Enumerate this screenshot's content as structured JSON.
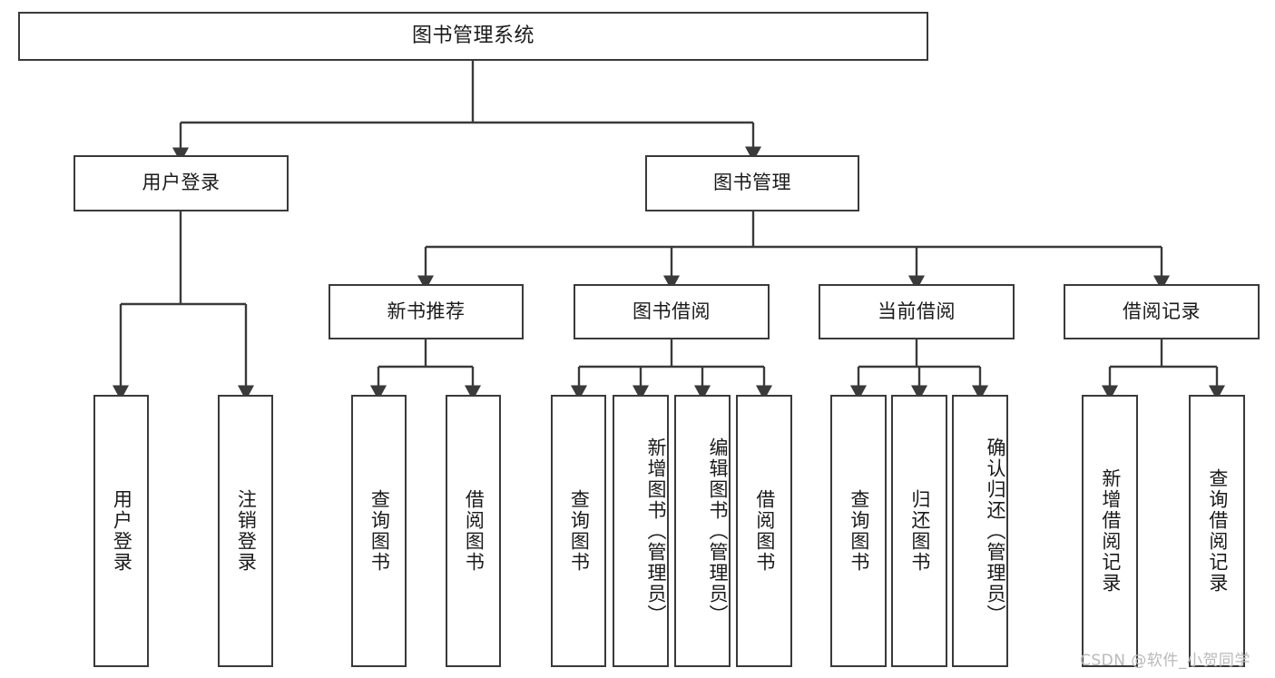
{
  "diagram": {
    "title": "图书管理系统",
    "type": "tree",
    "watermark": "CSDN @软件_小贺同学",
    "colors": {
      "border": "#3a3a3a",
      "background": "#ffffff",
      "text": "#1a1a1a",
      "watermark": "#b9b9b9"
    },
    "root": {
      "label": "图书管理系统"
    },
    "level1": [
      {
        "label": "用户登录"
      },
      {
        "label": "图书管理"
      }
    ],
    "level2": [
      {
        "label": "新书推荐"
      },
      {
        "label": "图书借阅"
      },
      {
        "label": "当前借阅"
      },
      {
        "label": "借阅记录"
      }
    ],
    "leaves": {
      "user_login": [
        {
          "label": "用户登录"
        },
        {
          "label": "注销登录"
        }
      ],
      "new_book_recommend": [
        {
          "label": "查询图书"
        },
        {
          "label": "借阅图书"
        }
      ],
      "book_borrow": [
        {
          "label": "查询图书"
        },
        {
          "label": "新增图书（管理员）"
        },
        {
          "label": "编辑图书（管理员）"
        },
        {
          "label": "借阅图书"
        }
      ],
      "current_borrow": [
        {
          "label": "查询图书"
        },
        {
          "label": "归还图书"
        },
        {
          "label": "确认归还（管理员）"
        }
      ],
      "borrow_record": [
        {
          "label": "新增借阅记录"
        },
        {
          "label": "查询借阅记录"
        }
      ]
    }
  }
}
